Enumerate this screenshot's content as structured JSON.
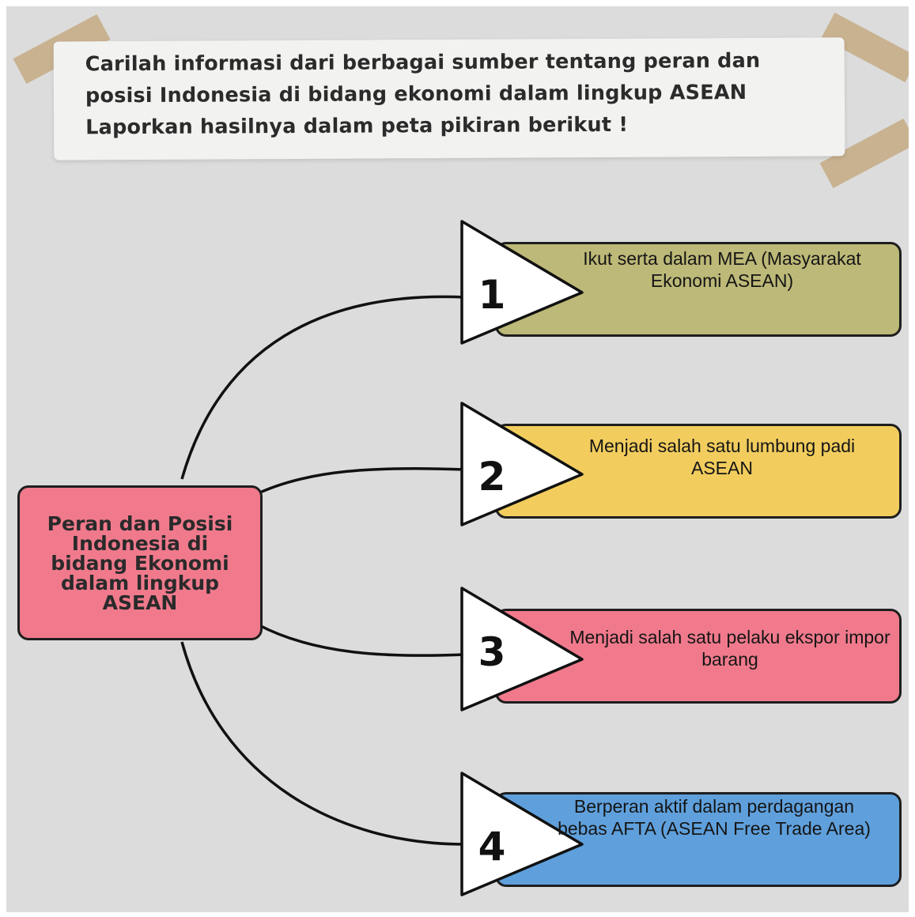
{
  "instruction": {
    "line1": "Carilah informasi dari berbagai sumber tentang peran dan",
    "line2": "posisi Indonesia di bidang ekonomi dalam lingkup ASEAN",
    "line3": "Laporkan hasilnya dalam peta pikiran berikut !"
  },
  "center": {
    "label": "Peran dan Posisi Indonesia di bidang Ekonomi dalam lingkup ASEAN",
    "color": "#f07a8c"
  },
  "items": [
    {
      "number": "1",
      "text": "Ikut serta dalam MEA (Masyarakat Ekonomi ASEAN)",
      "color": "#bdb978"
    },
    {
      "number": "2",
      "text": "Menjadi salah satu lumbung padi ASEAN",
      "color": "#f2cd5e"
    },
    {
      "number": "3",
      "text": "Menjadi salah satu pelaku ekspor impor barang",
      "color": "#f07a8c"
    },
    {
      "number": "4",
      "text": "Berperan aktif dalam perdagangan bebas AFTA (ASEAN Free Trade Area)",
      "color": "#5fa0dc"
    }
  ],
  "colors": {
    "background": "#dcdcdc",
    "paper": "#f2f2f0",
    "tape": "#c4aa82",
    "outline": "#1e1e1e"
  }
}
